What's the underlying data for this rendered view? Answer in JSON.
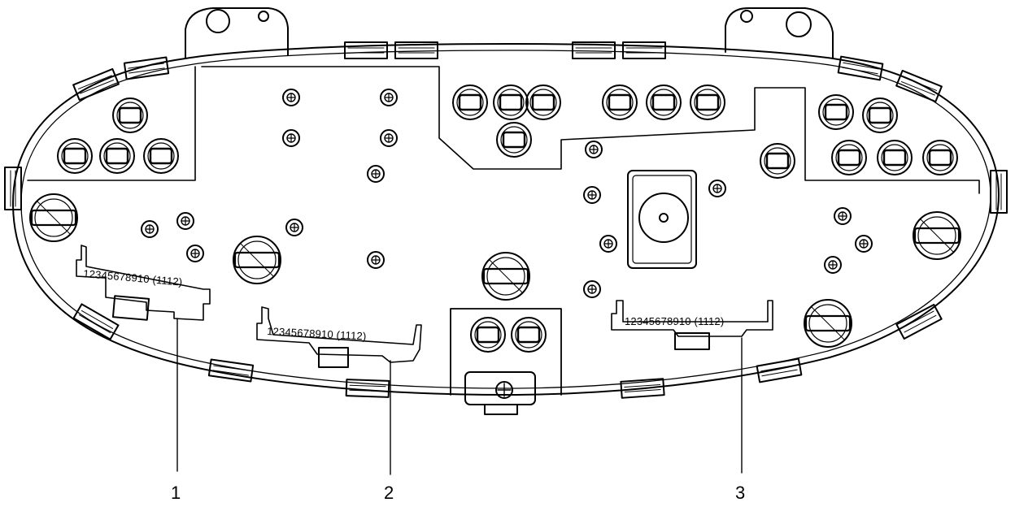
{
  "diagram": {
    "connectors": [
      {
        "id": "1",
        "pin_label": "12345678910 (1112)",
        "callout": "1"
      },
      {
        "id": "2",
        "pin_label": "12345678910 (1112)",
        "callout": "2"
      },
      {
        "id": "3",
        "pin_label": "12345678910 (1112)",
        "callout": "3"
      }
    ]
  },
  "colors": {
    "ink": "#000000",
    "paper": "#ffffff"
  }
}
